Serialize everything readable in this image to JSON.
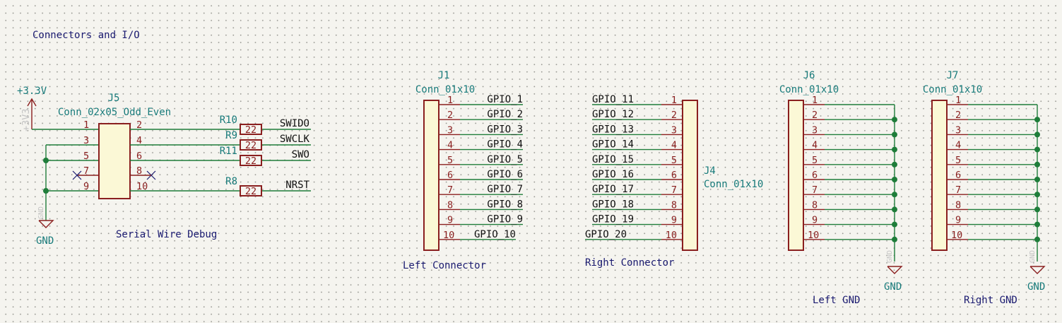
{
  "sheet_title": "Connectors and I/O",
  "swd": {
    "ref": "J5",
    "value": "Conn_02x05_Odd_Even",
    "power_label": "+3.3V",
    "power_pin_text": "+3V3",
    "gnd_label": "GND",
    "gnd_pin_text": "GND",
    "note": "Serial Wire Debug",
    "left_pins": [
      "1",
      "3",
      "5",
      "7",
      "9"
    ],
    "right_pins": [
      "2",
      "4",
      "6",
      "8",
      "10"
    ],
    "resistors": [
      {
        "ref": "R10",
        "value": "22",
        "net": "SWIDO"
      },
      {
        "ref": "R9",
        "value": "22",
        "net": "SWCLK"
      },
      {
        "ref": "R11",
        "value": "22",
        "net": "SWO"
      },
      {
        "ref": "R8",
        "value": "22",
        "net": "NRST"
      }
    ]
  },
  "j1": {
    "ref": "J1",
    "value": "Conn_01x10",
    "caption": "Left Connector",
    "pins": [
      "1",
      "2",
      "3",
      "4",
      "5",
      "6",
      "7",
      "8",
      "9",
      "10"
    ],
    "nets": [
      "GPIO_1",
      "GPIO_2",
      "GPIO_3",
      "GPIO_4",
      "GPIO_5",
      "GPIO_6",
      "GPIO_7",
      "GPIO_8",
      "GPIO_9",
      "GPIO_10"
    ]
  },
  "j4": {
    "ref": "J4",
    "value": "Conn_01x10",
    "caption": "Right  Connector",
    "pins": [
      "1",
      "2",
      "3",
      "4",
      "5",
      "6",
      "7",
      "8",
      "9",
      "10"
    ],
    "nets": [
      "GPIO_11",
      "GPIO_12",
      "GPIO_13",
      "GPIO_14",
      "GPIO_15",
      "GPIO_16",
      "GPIO_17",
      "GPIO_18",
      "GPIO_19",
      "GPIO_20"
    ]
  },
  "j6": {
    "ref": "J6",
    "value": "Conn_01x10",
    "caption": "Left GND",
    "gnd_label": "GND",
    "gnd_pin_text": "GND",
    "pins": [
      "1",
      "2",
      "3",
      "4",
      "5",
      "6",
      "7",
      "8",
      "9",
      "10"
    ]
  },
  "j7": {
    "ref": "J7",
    "value": "Conn_01x10",
    "caption": "Right GND",
    "gnd_label": "GND",
    "gnd_pin_text": "GND",
    "pins": [
      "1",
      "2",
      "3",
      "4",
      "5",
      "6",
      "7",
      "8",
      "9",
      "10"
    ]
  }
}
